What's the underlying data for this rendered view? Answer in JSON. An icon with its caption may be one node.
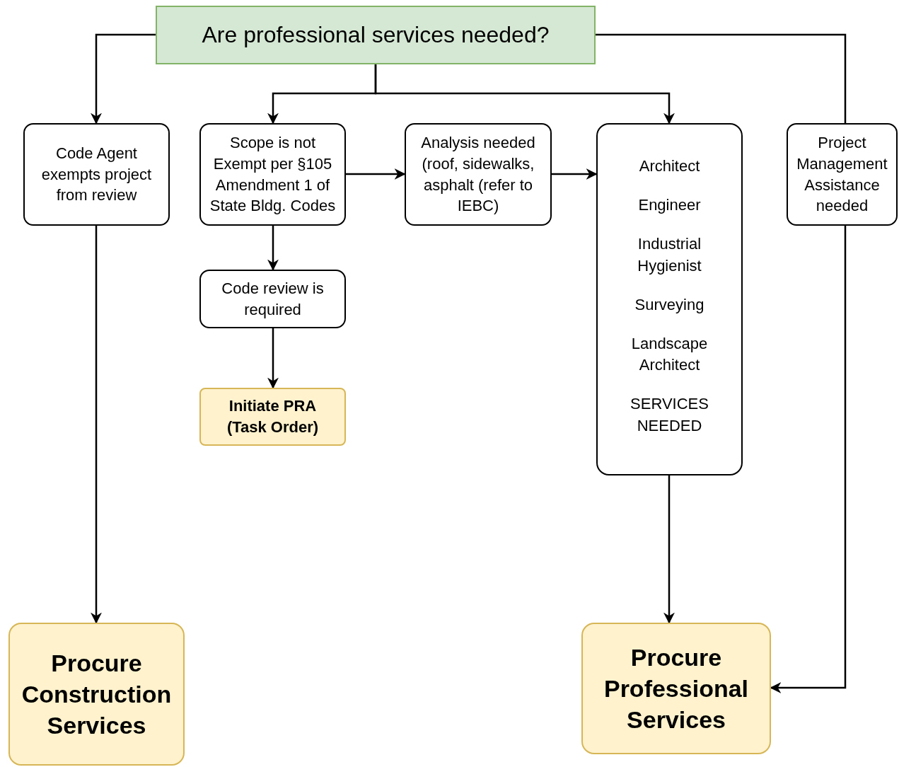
{
  "diagram": {
    "nodes": [
      {
        "text": [
          "Are professional services needed?"
        ]
      },
      {
        "text": [
          "Code Agent exempts project from review"
        ]
      },
      {
        "text": [
          "Scope is not Exempt per §105 Amendment 1 of State Bldg. Codes"
        ]
      },
      {
        "text": [
          "Analysis needed (roof, sidewalks, asphalt (refer to IEBC)"
        ]
      },
      {
        "text": [
          "Architect",
          "Engineer",
          "Industrial Hygienist",
          "Surveying",
          "Landscape Architect",
          "SERVICES NEEDED"
        ]
      },
      {
        "text": [
          "Project Management Assistance needed"
        ]
      },
      {
        "text": [
          "Code review is required"
        ]
      },
      {
        "text": [
          "Initiate PRA (Task Order)"
        ]
      },
      {
        "text": [
          "Procure Construction Services"
        ]
      },
      {
        "text": [
          "Procure Professional Services"
        ]
      }
    ],
    "edges": [
      {
        "from": 0,
        "to": 1,
        "arrow": "to"
      },
      {
        "from": 0,
        "to": 2,
        "arrow": "to"
      },
      {
        "from": 0,
        "to": 4,
        "arrow": "to"
      },
      {
        "from": 0,
        "to": 5,
        "arrow": "none"
      },
      {
        "from": 1,
        "to": 8,
        "arrow": "to"
      },
      {
        "from": 2,
        "to": 3,
        "arrow": "to"
      },
      {
        "from": 2,
        "to": 6,
        "arrow": "to"
      },
      {
        "from": 3,
        "to": 4,
        "arrow": "to"
      },
      {
        "from": 6,
        "to": 7,
        "arrow": "to"
      },
      {
        "from": 4,
        "to": 9,
        "arrow": "to"
      },
      {
        "from": 5,
        "to": 9,
        "arrow": "to"
      }
    ]
  }
}
